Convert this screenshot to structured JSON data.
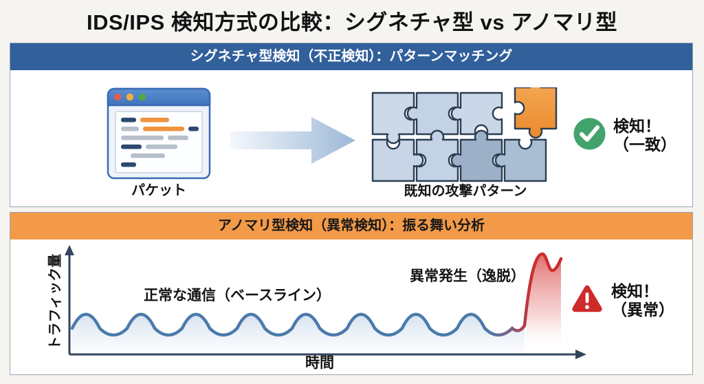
{
  "page": {
    "title": "IDS/IPS 検知方式の比較：シグネチャ型 vs アノマリ型",
    "background_color": "#f6f4f1"
  },
  "signature_panel": {
    "header": "シグネチャ型検知（不正検知）：パターンマッチング",
    "header_bg": "#31609b",
    "header_text_color": "#ffffff",
    "packet_label": "パケット",
    "pattern_label": "既知の攻撃パターン",
    "result_line1": "検知！",
    "result_line2": "（一致）",
    "icons": {
      "packet": "browser-window-icon",
      "flow": "right-arrow-icon",
      "patterns": "puzzle-pieces-icon",
      "result": "check-circle-icon"
    },
    "colors": {
      "check_green": "#42a36c",
      "puzzle_blue": "#c7d5e7",
      "puzzle_dark_blue": "#9cb0c8",
      "puzzle_orange": "#f0943d",
      "arrow_blue": "#a4bedd"
    }
  },
  "anomaly_panel": {
    "header": "アノマリ型検知（異常検知）：振る舞い分析",
    "header_bg": "#f29a47",
    "header_text_color": "#171717",
    "result_line1": "検知！",
    "result_line2": "（異常）",
    "icons": {
      "result": "warning-triangle-icon"
    },
    "colors": {
      "warning_red": "#cd2a2a",
      "baseline_blue": "#4a7aab",
      "anomaly_red": "#c92f2f"
    }
  },
  "chart_data": {
    "type": "line",
    "title": "",
    "xlabel": "時間",
    "ylabel": "トラフィック量",
    "grid": false,
    "axis_arrows": true,
    "annotations": [
      {
        "text": "正常な通信（ベースライン）",
        "position": "above baseline wave, left-center"
      },
      {
        "text": "異常発生（逸脱）",
        "position": "above spike, right"
      }
    ],
    "series": [
      {
        "name": "正常な通信（ベースライン）",
        "color": "#4a7aab",
        "pattern": "periodic sine-like wave",
        "x_range_pct": [
          0,
          88
        ],
        "mean_level_pct": 30,
        "amplitude_pct": 8,
        "period_pct": 10.5
      },
      {
        "name": "異常発生（逸脱）",
        "color": "#c92f2f",
        "pattern": "sudden spike (deviation)",
        "x_range_pct": [
          88,
          97
        ],
        "spike_peak_x_pct": 93,
        "spike_peak_y_pct": 95,
        "spike_dip_y_pct": 78,
        "spike_end_y_pct": 88
      }
    ]
  }
}
